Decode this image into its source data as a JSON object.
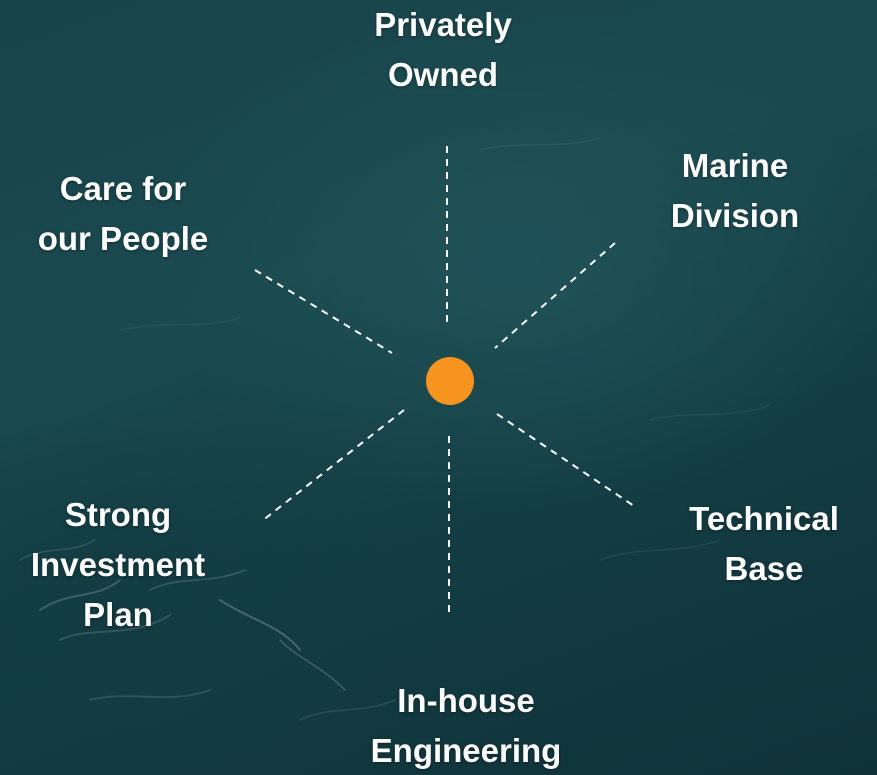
{
  "diagram": {
    "accent_color": "#f7941d",
    "line_color": "#ffffff",
    "center_node": {
      "shape": "circle",
      "color": "#f7941d"
    },
    "items": [
      {
        "id": "privately-owned",
        "lines": [
          "Privately",
          "Owned"
        ]
      },
      {
        "id": "marine-division",
        "lines": [
          "Marine",
          "Division"
        ]
      },
      {
        "id": "technical-base",
        "lines": [
          "Technical",
          "Base"
        ]
      },
      {
        "id": "in-house-engineering",
        "lines": [
          "In-house",
          "Engineering"
        ]
      },
      {
        "id": "strong-investment-plan",
        "lines": [
          "Strong",
          "Investment",
          "Plan"
        ]
      },
      {
        "id": "care-for-our-people",
        "lines": [
          "Care for",
          "our People"
        ]
      }
    ]
  }
}
